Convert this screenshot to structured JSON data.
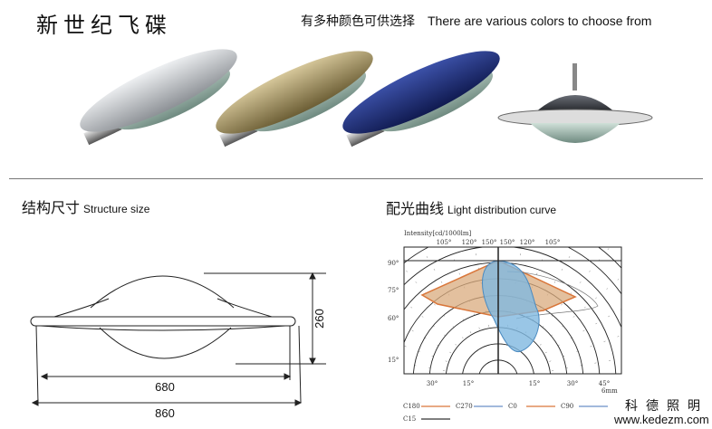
{
  "header": {
    "title": "新世纪飞碟",
    "subtitle_cn": "有多种颜色可供选择",
    "subtitle_en": "There are various colors to choose from"
  },
  "products": [
    {
      "color_name": "silver",
      "color": "#b9bcc0"
    },
    {
      "color_name": "gold",
      "color": "#a69463"
    },
    {
      "color_name": "blue",
      "color": "#1f2f7a"
    },
    {
      "color_name": "dark gray",
      "color": "#3a3d44"
    }
  ],
  "structure": {
    "title_cn": "结构尺寸",
    "title_en": "Structure size",
    "dim_height": "260",
    "dim_inner": "680",
    "dim_total": "860"
  },
  "light": {
    "title_cn": "配光曲线",
    "title_en": "Light distribution curve",
    "intensity_label": "Intensity[cd/1000lm]",
    "top_labels": [
      "105°",
      "120°",
      "150°",
      "150°",
      "120°",
      "105°"
    ],
    "left_labels": [
      "90°",
      "75°",
      "60°",
      "15°"
    ],
    "bottom_labels": [
      "30°",
      "15°",
      "15°",
      "30°",
      "45°"
    ],
    "unit": "6mm",
    "legend": [
      {
        "label": "C180",
        "color": "#d9763a"
      },
      {
        "label": "C270",
        "color": "#6b8fc8"
      },
      {
        "label": "C0",
        "color": "#d9763a"
      },
      {
        "label": "C90",
        "color": "#6b8fc8"
      },
      {
        "label": "C15",
        "color": "#333333"
      }
    ]
  },
  "footer": {
    "brand": "科德照明",
    "website": "www.kedezm.com"
  }
}
